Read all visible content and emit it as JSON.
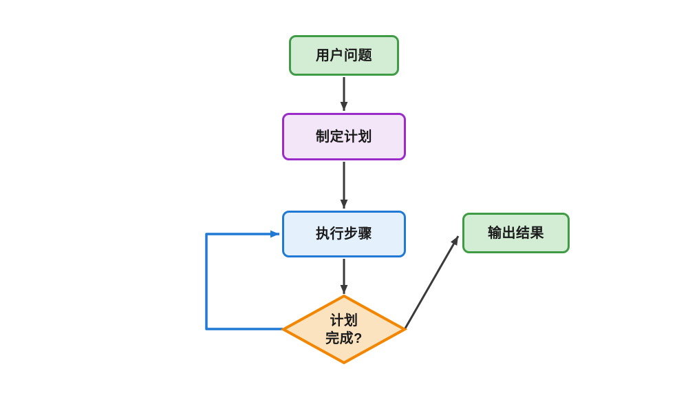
{
  "diagram": {
    "type": "flowchart",
    "direction": "top-down",
    "nodes": [
      {
        "id": "user_question",
        "label": "用户问题",
        "shape": "rounded-rect",
        "fill": "#d3ecd4",
        "border": "#3f9c45"
      },
      {
        "id": "make_plan",
        "label": "制定计划",
        "shape": "rounded-rect",
        "fill": "#f4e6f9",
        "border": "#9a2bc9"
      },
      {
        "id": "execute_steps",
        "label": "执行步骤",
        "shape": "rounded-rect",
        "fill": "#e4f1fd",
        "border": "#2079d5"
      },
      {
        "id": "plan_complete",
        "label": "计划\n完成?",
        "shape": "diamond",
        "fill": "#fbe3c0",
        "border": "#f28600"
      },
      {
        "id": "output_result",
        "label": "输出结果",
        "shape": "rounded-rect",
        "fill": "#d3ecd4",
        "border": "#3f9c45"
      }
    ],
    "edges": [
      {
        "from": "user_question",
        "to": "make_plan",
        "color": "#3a3a3a",
        "style": "straight"
      },
      {
        "from": "make_plan",
        "to": "execute_steps",
        "color": "#3a3a3a",
        "style": "straight"
      },
      {
        "from": "execute_steps",
        "to": "plan_complete",
        "color": "#3a3a3a",
        "style": "straight"
      },
      {
        "from": "plan_complete",
        "to": "output_result",
        "color": "#3a3a3a",
        "style": "diagonal"
      },
      {
        "from": "plan_complete",
        "to": "execute_steps",
        "color": "#2079d5",
        "style": "loop-left"
      }
    ],
    "colors": {
      "background": "#ffffff",
      "text": "#1a1a1a",
      "arrow": "#3a3a3a",
      "loop_arrow": "#2079d5"
    }
  }
}
